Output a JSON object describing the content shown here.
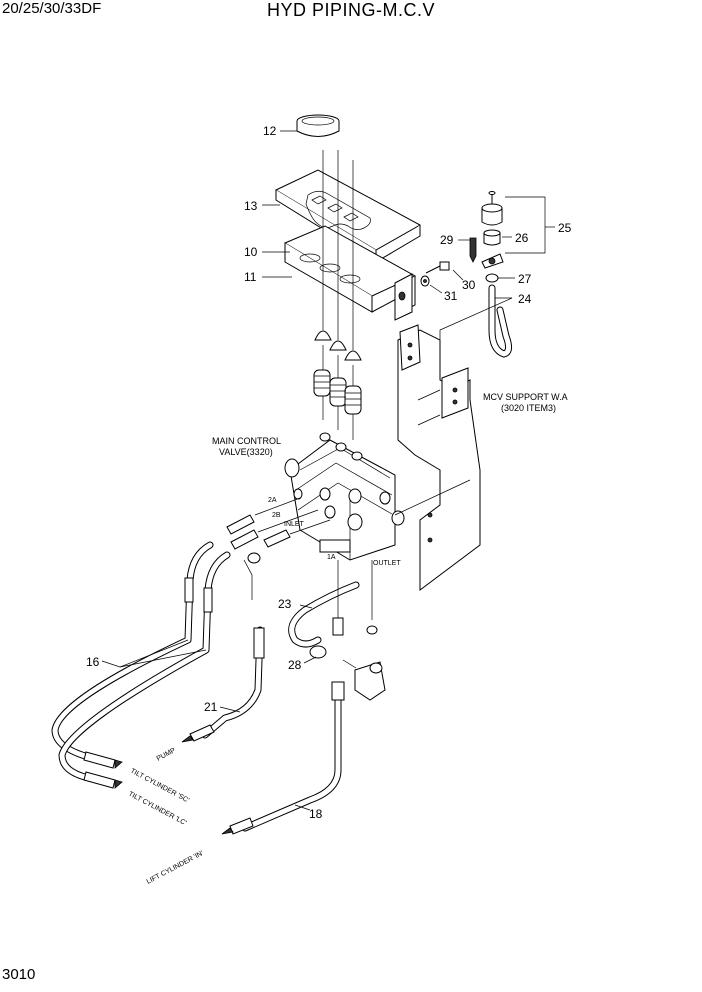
{
  "header": {
    "model": "20/25/30/33DF",
    "title": "HYD PIPING-M.C.V"
  },
  "footer": {
    "page": "3010"
  },
  "parts": {
    "p10": "10",
    "p11": "11",
    "p12": "12",
    "p13": "13",
    "p16": "16",
    "p18": "18",
    "p21": "21",
    "p23": "23",
    "p24": "24",
    "p25": "25",
    "p26": "26",
    "p27": "27",
    "p28": "28",
    "p29": "29",
    "p30": "30",
    "p31": "31"
  },
  "labels": {
    "mcv_support_1": "MCV SUPPORT W.A",
    "mcv_support_2": "(3020 ITEM3)",
    "main_control_1": "MAIN CONTROL",
    "main_control_2": "VALVE(3320)",
    "port_2a": "2A",
    "port_2b": "2B",
    "port_1a": "1A",
    "inlet": "INLET",
    "outlet": "OUTLET",
    "pump": "PUMP",
    "tilt_sc": "TILT CYLINDER 'SC'",
    "tilt_lc": "TILT CYLINDER 'LC'",
    "lift_in": "LIFT CYLINDER 'IN'"
  }
}
